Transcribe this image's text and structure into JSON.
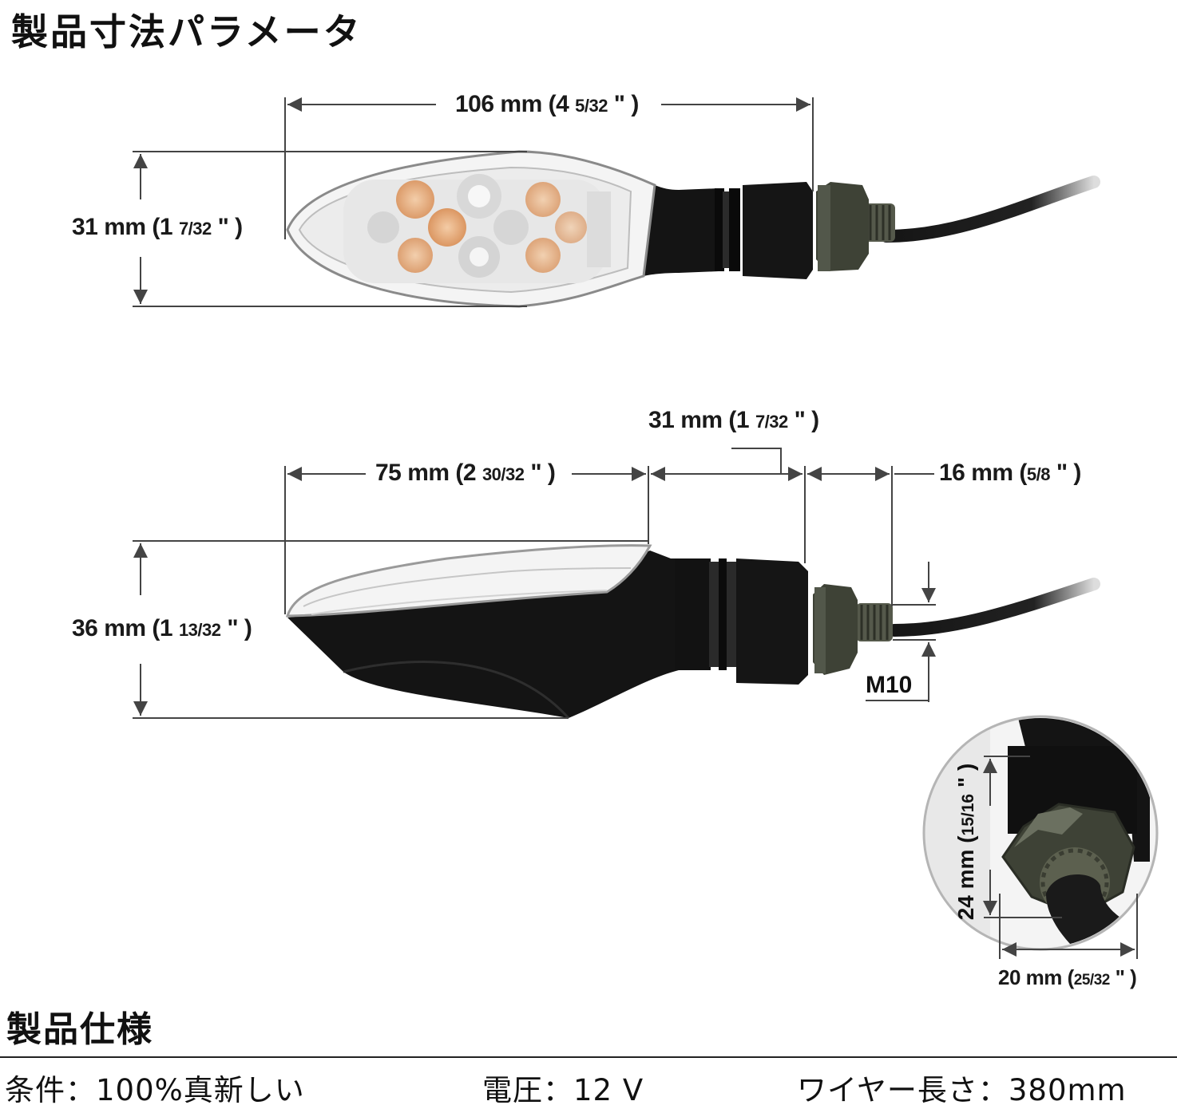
{
  "header": {
    "title": "製品寸法パラメータ"
  },
  "top_view": {
    "length": {
      "value": "106 mm",
      "open": "(4",
      "fraction": "5/32",
      "close": "\" )"
    },
    "height": {
      "value": "31 mm",
      "open": "(1",
      "fraction": "7/32",
      "close": "\" )"
    }
  },
  "side_view": {
    "front_length": {
      "value": "75 mm",
      "open": "(2",
      "fraction": "30/32",
      "close": "\" )"
    },
    "body_length": {
      "value": "31 mm",
      "open": "(1",
      "fraction": "7/32",
      "close": "\" )"
    },
    "bolt_length": {
      "value": "16 mm",
      "open": "(",
      "fraction": "5/8",
      "close": "\" )"
    },
    "height": {
      "value": "36 mm",
      "open": "(1",
      "fraction": "13/32",
      "close": "\" )"
    },
    "thread": "M10"
  },
  "detail_view": {
    "height": {
      "value": "24 mm",
      "open": "(",
      "fraction": "15/16",
      "close": "\" )"
    },
    "width": {
      "value": "20 mm",
      "open": "(",
      "fraction": "25/32",
      "close": "\" )"
    }
  },
  "specs": {
    "title": "製品仕様",
    "condition": "条件：100%真新しい",
    "voltage": "電圧：12 V",
    "wire_length": "ワイヤー長さ：380mm"
  },
  "colors": {
    "body": "#141414",
    "nut": "#3e4236",
    "led": "#e8a368",
    "line": "#3a3a3a"
  }
}
